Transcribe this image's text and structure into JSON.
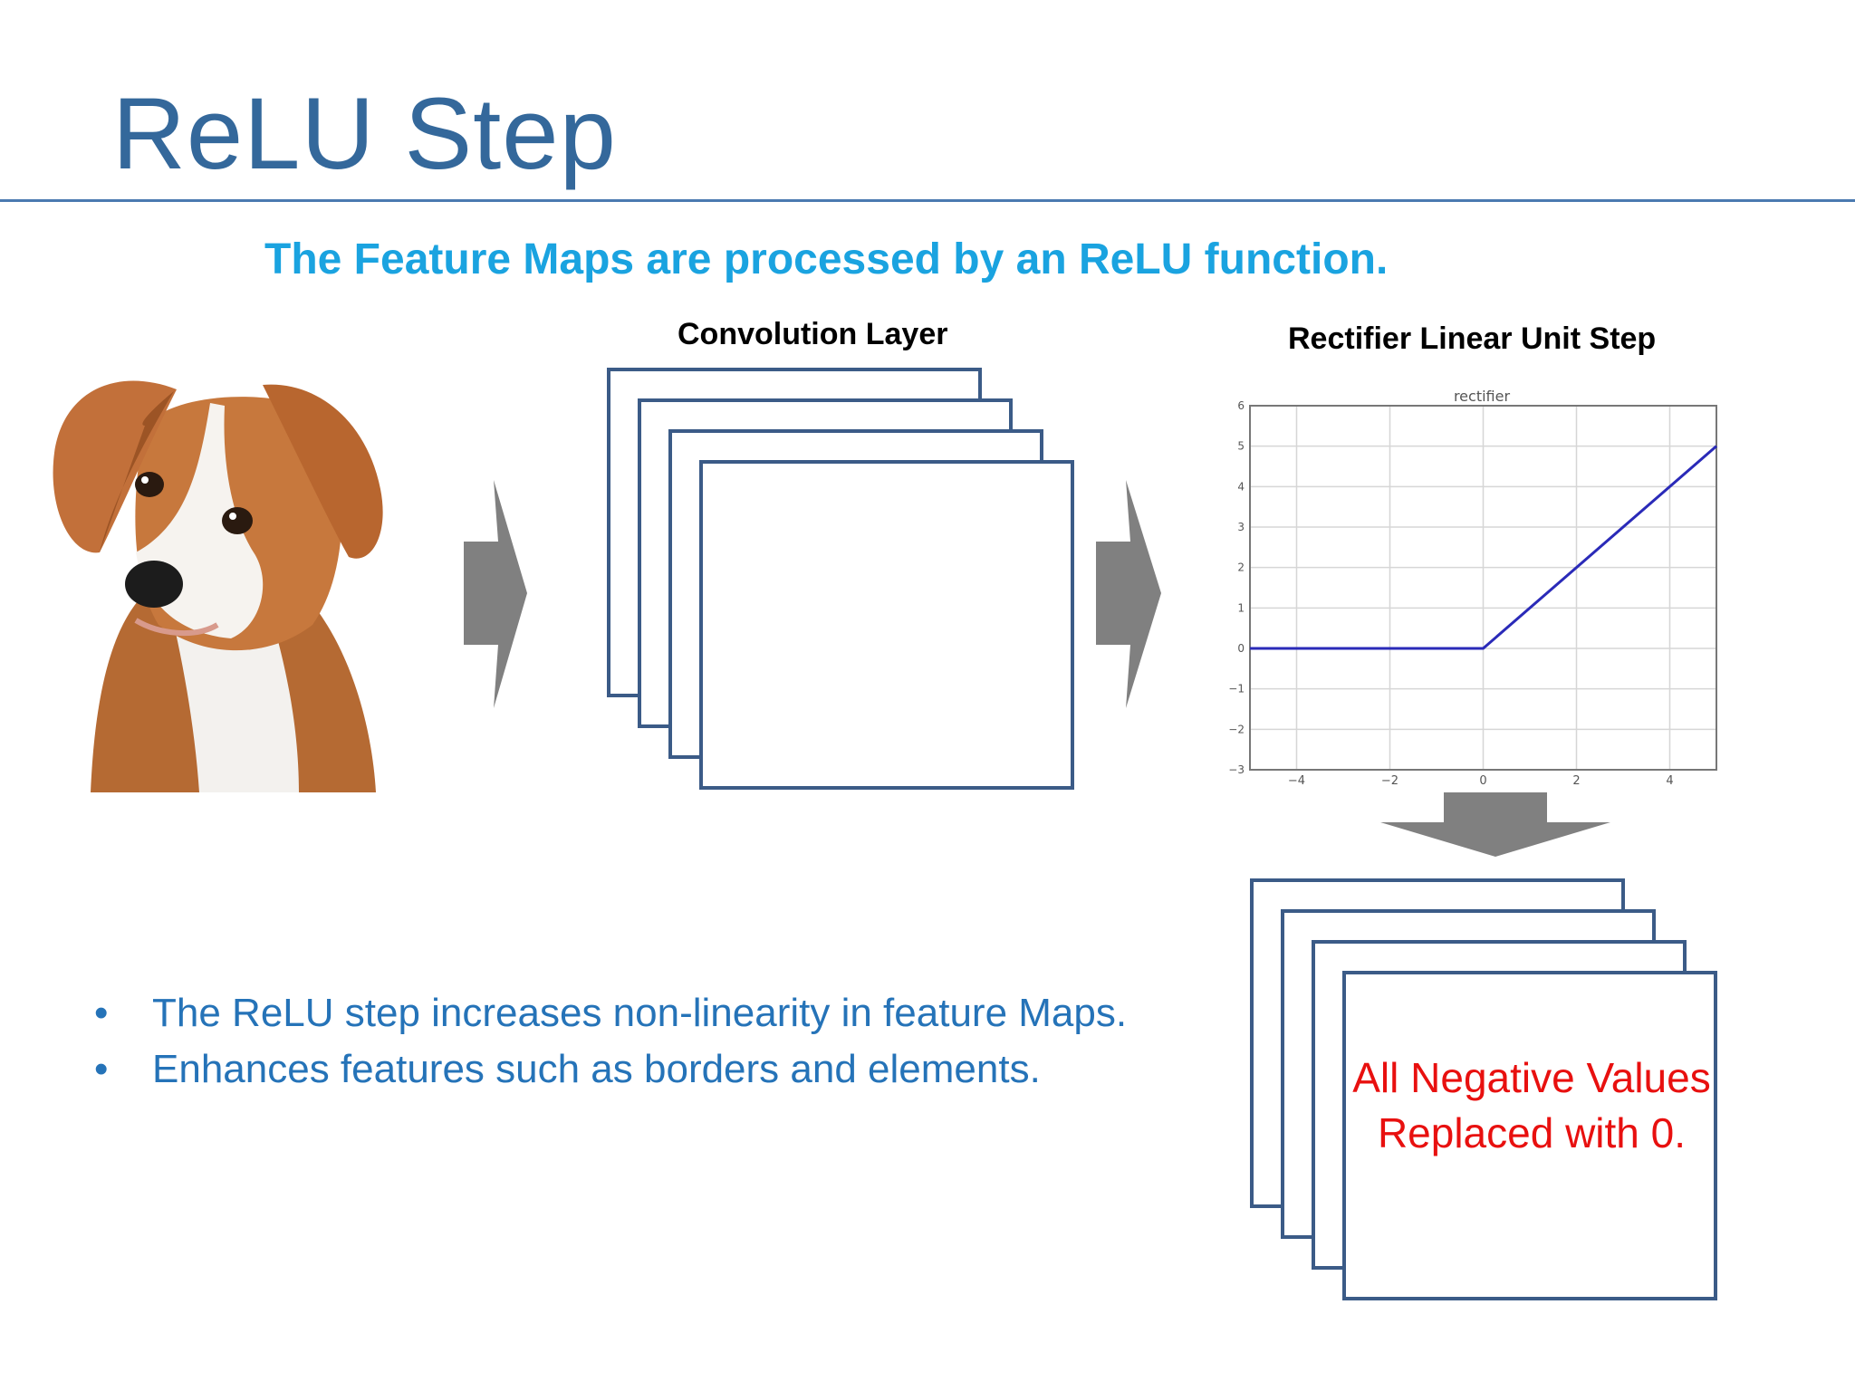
{
  "slide": {
    "title": "ReLU Step",
    "subtitle": "The Feature Maps are processed by an ReLU function."
  },
  "conv_layer": {
    "caption": "Convolution Layer"
  },
  "relu_step": {
    "caption": "Rectifier Linear Unit Step"
  },
  "output_maps": {
    "text": "All Negative Values Replaced with 0."
  },
  "bullets": [
    "The ReLU step increases non-linearity in feature Maps.",
    "Enhances features such as borders and elements."
  ],
  "colors": {
    "title": "#34689b",
    "subtitle": "#1aa3e0",
    "bullets": "#2573b8",
    "frame_stroke": "#3b5b87",
    "arrow_fill": "#808080",
    "relu_line": "#2a2ab8",
    "output_text": "#e8100f"
  },
  "icons": {
    "input_image": "dog-photo",
    "flow_arrows": "arrow-right-icon, arrow-down-icon"
  },
  "chart_data": {
    "type": "line",
    "title": "rectifier",
    "xlabel": "",
    "ylabel": "",
    "xlim": [
      -5,
      5
    ],
    "ylim": [
      -3,
      6
    ],
    "xticks": [
      -4,
      -2,
      0,
      2,
      4
    ],
    "yticks": [
      -3,
      -2,
      -1,
      0,
      1,
      2,
      3,
      4,
      5,
      6
    ],
    "grid": true,
    "series": [
      {
        "x": [
          -5,
          0,
          5
        ],
        "y": [
          0,
          0,
          5
        ]
      }
    ]
  }
}
